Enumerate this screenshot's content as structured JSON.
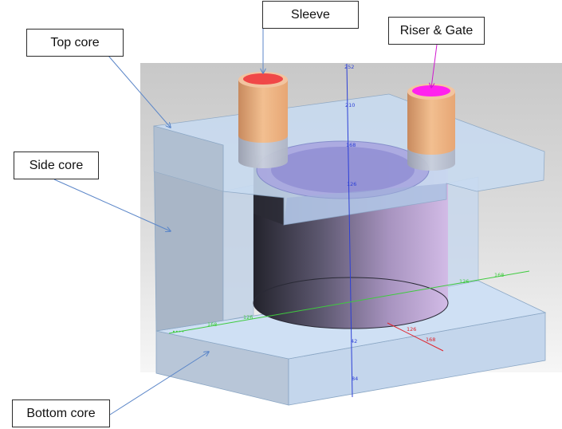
{
  "labels": {
    "sleeve": "Sleeve",
    "riser_gate": "Riser & Gate",
    "top_core": "Top core",
    "side_core": "Side core",
    "bottom_core": "Bottom core"
  },
  "axes": {
    "vertical_ticks": [
      "252",
      "210",
      "168",
      "126",
      "42",
      "84"
    ],
    "green_ticks_left": [
      "168",
      "126"
    ],
    "green_ticks_right": [
      "126",
      "168"
    ],
    "red_ticks": [
      "126",
      "168"
    ]
  },
  "colors": {
    "core": "#c7dcf2",
    "core_edge": "#8aa6c4",
    "cylinder_light": "#cdb6e3",
    "cylinder_dark": "#2a2a36",
    "sleeve": "#f0b889",
    "sleeve_top": "#f04848",
    "riser_top": "#ff22ee",
    "axis_blue": "#2c3fd6",
    "axis_green": "#3ecb3e",
    "axis_red": "#e0222a",
    "arrow": "#5b86c8"
  }
}
